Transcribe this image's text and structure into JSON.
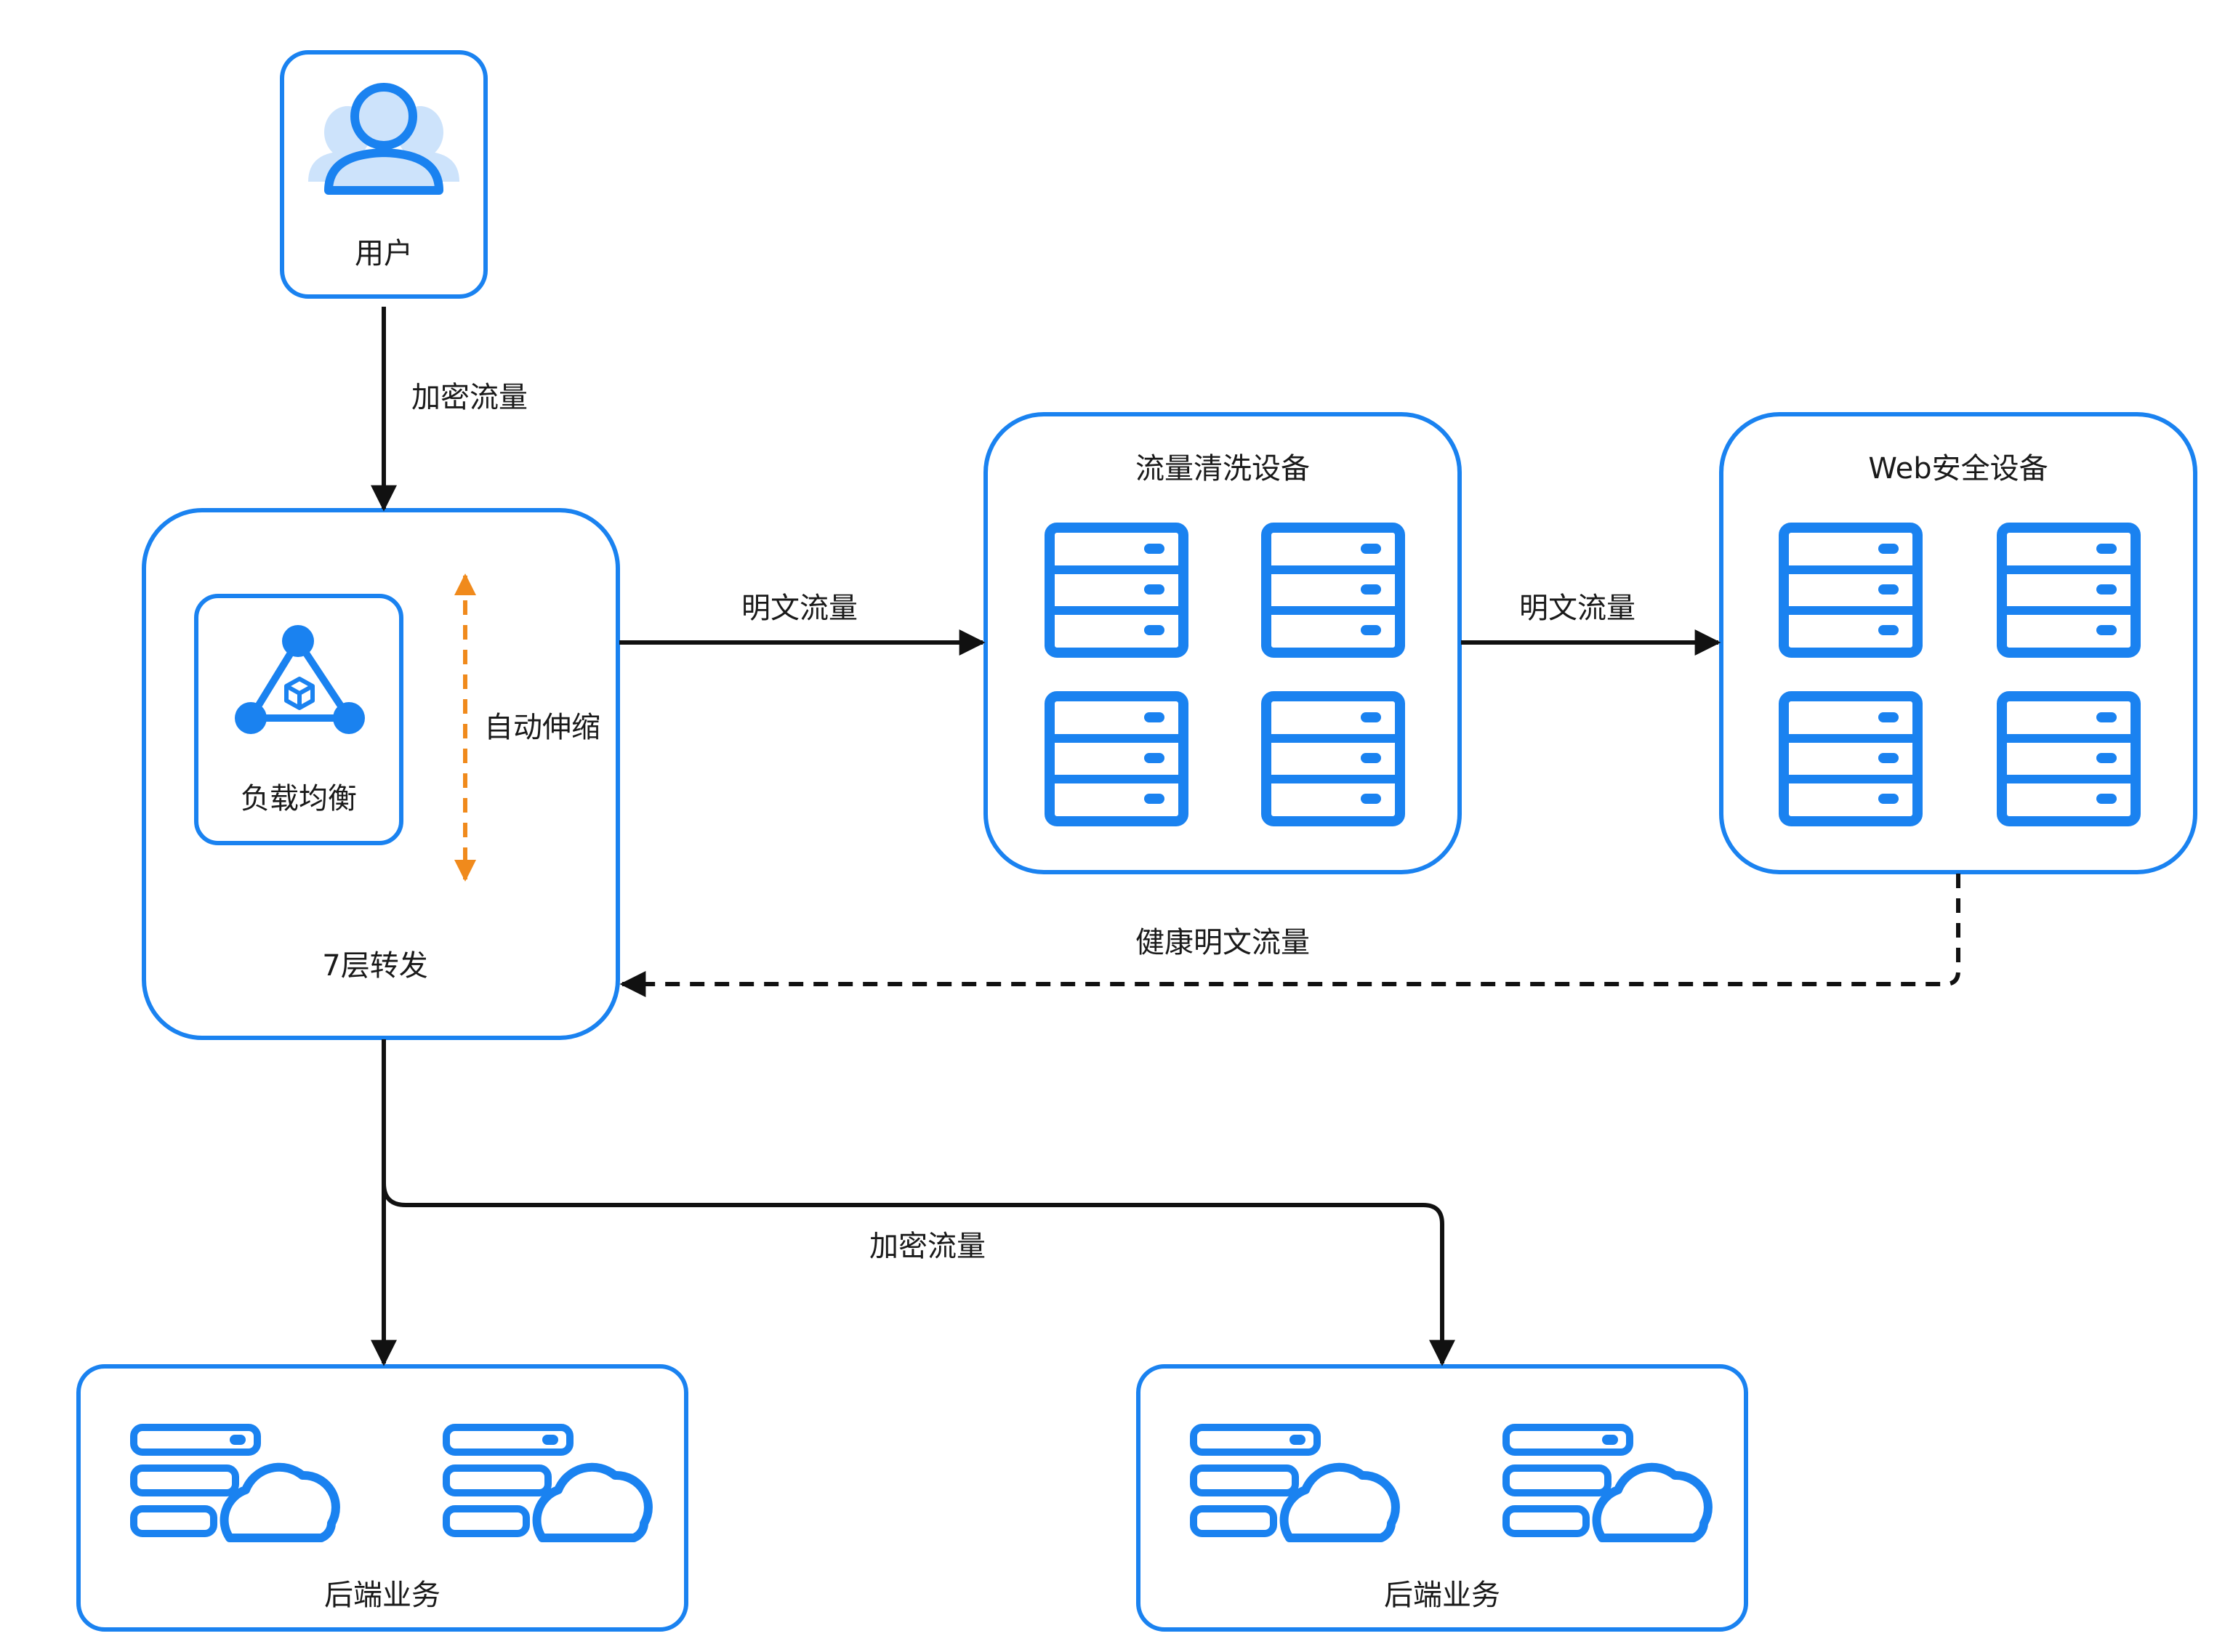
{
  "colors": {
    "accent": "#1a82f0",
    "icon_fill": "#cde3fb",
    "box_bg": "#ffffff",
    "line": "#111111",
    "scaling_arrow": "#f08a1c"
  },
  "nodes": {
    "user": {
      "label": "用户",
      "icon": "users-icon"
    },
    "l7": {
      "label": "7层转发"
    },
    "lb": {
      "label": "负载均衡",
      "icon": "load-balancer-icon"
    },
    "scaling": {
      "label": "自动伸缩"
    },
    "cleaning": {
      "label": "流量清洗设备",
      "icon": "server-rack-icon"
    },
    "waf": {
      "label": "Web安全设备",
      "icon": "server-rack-icon"
    },
    "backend_left": {
      "label": "后端业务",
      "icon": "cloud-server-icon"
    },
    "backend_right": {
      "label": "后端业务",
      "icon": "cloud-server-icon"
    }
  },
  "edges": {
    "user_to_l7": {
      "label": "加密流量"
    },
    "l7_to_cleaning": {
      "label": "明文流量"
    },
    "cleaning_to_waf": {
      "label": "明文流量"
    },
    "waf_to_l7": {
      "label": "健康明文流量"
    },
    "l7_to_backend": {
      "label": "加密流量"
    }
  }
}
